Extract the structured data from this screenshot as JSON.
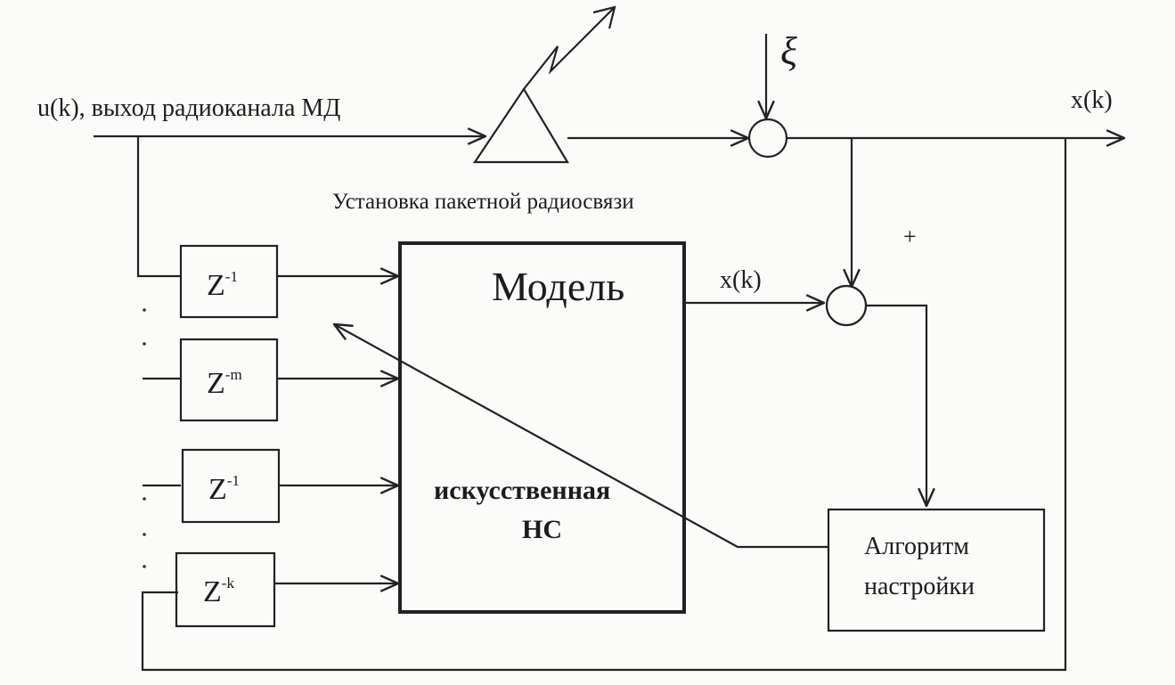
{
  "labels": {
    "input": "u(k), выход радиоканала МД",
    "output": "x(k)",
    "noise": "ξ",
    "station": "Установка пакетной радиосвязи",
    "plus": "+",
    "model_out": "x(k)",
    "model_title": "Модель",
    "nn_line1": "искусственная",
    "nn_line2": "НС",
    "algo_line1": "Алгоритм",
    "algo_line2": "настройки"
  },
  "delays": [
    {
      "base": "Z",
      "exp": "-1"
    },
    {
      "base": "Z",
      "exp": "-m"
    },
    {
      "base": "Z",
      "exp": "-1"
    },
    {
      "base": "Z",
      "exp": "-k"
    }
  ]
}
